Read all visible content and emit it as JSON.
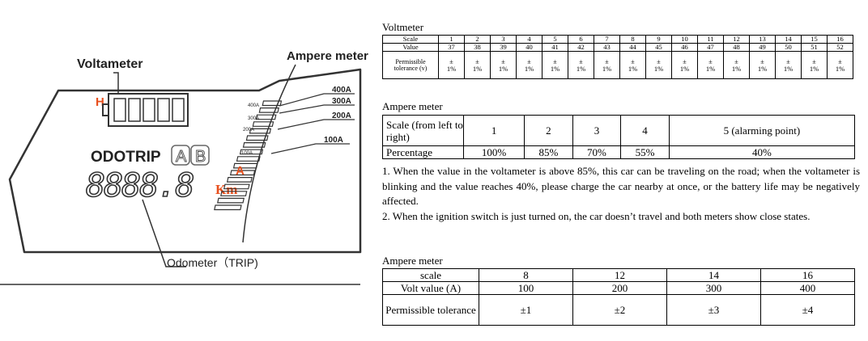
{
  "diagram": {
    "voltameter_label": "Voltameter",
    "ampere_meter_label": "Ampere meter",
    "h_indicator": "H",
    "a_indicator": "A",
    "odotrip_label": "ODOTRIP",
    "trip_a": "A",
    "trip_b": "B",
    "odometer_digits": "8888.8",
    "km_label": "Km",
    "odometer_label": "Odometer（TRIP)",
    "bar_labels_small": [
      "400A",
      "300A",
      "200A",
      "100A"
    ],
    "callout_labels": [
      "400A",
      "300A",
      "200A",
      "100A"
    ]
  },
  "voltmeter": {
    "title": "Voltmeter",
    "row_labels": [
      "Scale",
      "Value",
      "Permissible tolerance (v)"
    ],
    "scale": [
      "1",
      "2",
      "3",
      "4",
      "5",
      "6",
      "7",
      "8",
      "9",
      "10",
      "11",
      "12",
      "13",
      "14",
      "15",
      "16"
    ],
    "value": [
      "37",
      "38",
      "39",
      "40",
      "41",
      "42",
      "43",
      "44",
      "45",
      "46",
      "47",
      "48",
      "49",
      "50",
      "51",
      "52"
    ],
    "tolerance_sign": "±",
    "tolerance_value": "1%"
  },
  "ampere_table_1": {
    "title": "Ampere meter",
    "header": "Scale (from left to right)",
    "scales": [
      "1",
      "2",
      "3",
      "4",
      "5 (alarming point)"
    ],
    "percentage_label": "Percentage",
    "percentages": [
      "100%",
      "85%",
      "70%",
      "55%",
      "40%"
    ]
  },
  "notes": {
    "p1": "1. When the value in the voltameter is above 85%, this car can be traveling on the road; when the voltameter is blinking and the value reaches 40%, please charge the car nearby at once, or the battery life may be negatively affected.",
    "p2": "2. When the ignition switch is just turned on, the car doesn’t travel and both meters show close states."
  },
  "ampere_table_2": {
    "title": "Ampere meter",
    "row_labels": [
      "scale",
      "Volt value (A)",
      "Permissible tolerance"
    ],
    "scale": [
      "8",
      "12",
      "14",
      "16"
    ],
    "volt": [
      "100",
      "200",
      "300",
      "400"
    ],
    "tolerance": [
      "±1",
      "±2",
      "±3",
      "±4"
    ]
  }
}
